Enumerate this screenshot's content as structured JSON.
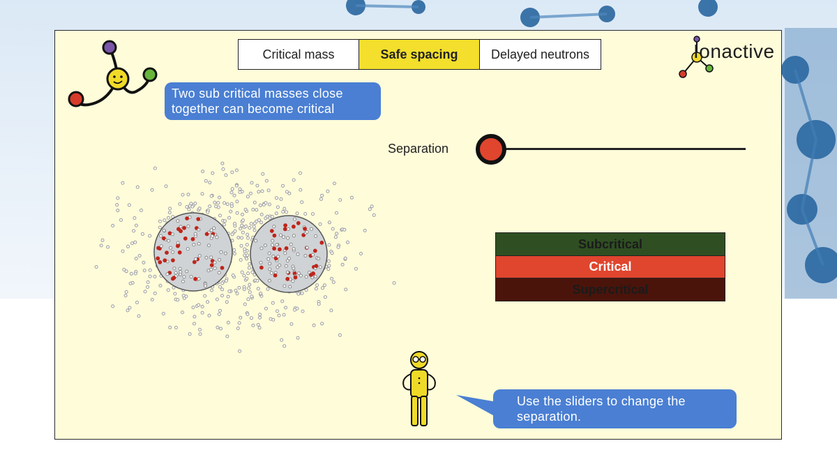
{
  "tabs": [
    {
      "label": "Critical mass",
      "active": false
    },
    {
      "label": "Safe spacing",
      "active": true
    },
    {
      "label": "Delayed neutrons",
      "active": false
    }
  ],
  "logo": {
    "text": "Ionactive",
    "icon": "molecule-logo-icon"
  },
  "mascot_message": "Two sub critical masses close together can become critical",
  "instruction_message": "Use the sliders to change the separation.",
  "slider": {
    "label": "Separation",
    "value": 0.0
  },
  "states": [
    {
      "label": "Subcritical",
      "color": "#2f4f22"
    },
    {
      "label": "Critical",
      "color": "#e0452e"
    },
    {
      "label": "Supercritical",
      "color": "#4a140b"
    }
  ],
  "current_state": "Critical",
  "colors": {
    "panel": "#fefcd9",
    "accent_tab": "#f3df2c",
    "bubble": "#4a7fd3",
    "neutron": "#9a9a9a",
    "fission": "#c0241a",
    "sphere": "#cfd3d6"
  }
}
